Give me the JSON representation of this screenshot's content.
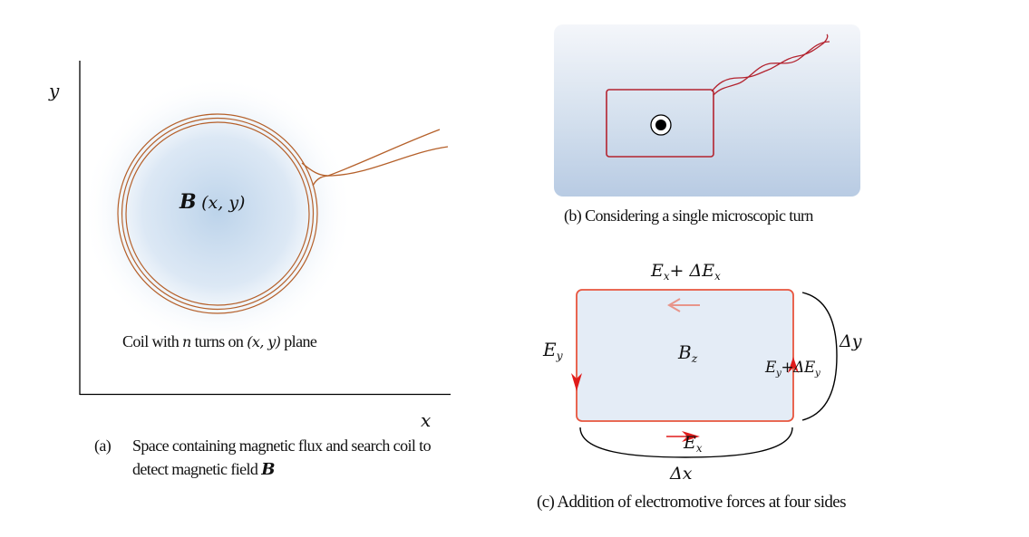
{
  "panel_a": {
    "y_axis_label": "y",
    "x_axis_label": "x",
    "field_label_symbol": "B",
    "field_label_args": "(x, y)",
    "coil_caption_prefix": "Coil with ",
    "coil_caption_n": "n",
    "coil_caption_mid": " turns on ",
    "coil_caption_xy": "(x, y)",
    "coil_caption_suffix": " plane",
    "coil_turns_drawn": 3,
    "caption_tag": "(a)",
    "caption_line1": "Space containing magnetic flux and search coil to",
    "caption_line2_prefix": "detect magnetic field ",
    "caption_line2_symbol": "B",
    "colors": {
      "coil": "#b5602a",
      "field_glow": "#bcd3ea",
      "axis": "#000000"
    }
  },
  "panel_b": {
    "field_direction_symbol": "out-of-page (dot in circle)",
    "caption": "(b) Considering a single microscopic turn",
    "colors": {
      "loop": "#b3232f",
      "background_top": "#f4f6fa",
      "background_bottom": "#b8cbe3"
    }
  },
  "panel_c": {
    "top_label": {
      "E": "E",
      "sub": "x",
      "plus": "+ ΔE",
      "sub2": "x"
    },
    "left_label": {
      "E": "E",
      "sub": "y"
    },
    "right_label": {
      "E": "E",
      "sub": "y",
      "plus": "+ΔE",
      "sub2": "y"
    },
    "bottom_label": {
      "E": "E",
      "sub": "x"
    },
    "center_label": {
      "B": "B",
      "sub": "z"
    },
    "dx_label": "Δx",
    "dy_label": "Δy",
    "caption": "(c) Addition of electromotive forces at four sides",
    "colors": {
      "loop": "#e8553e",
      "fill": "#e4ecf6",
      "arrow": "#e01b1b",
      "arrow_faded": "#e8958a"
    }
  }
}
